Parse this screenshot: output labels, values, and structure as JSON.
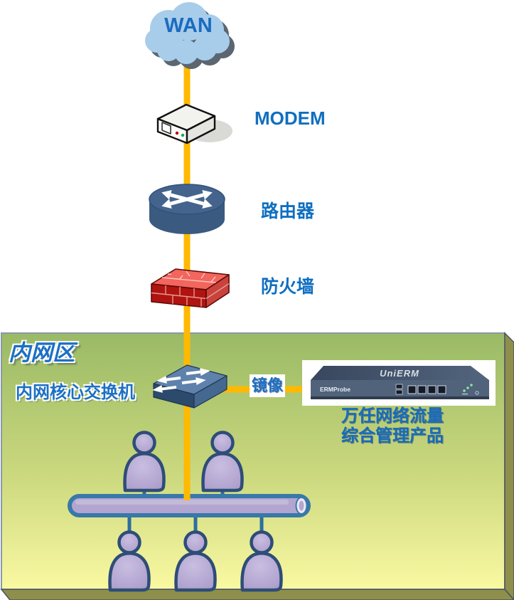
{
  "diagram": {
    "wan_label": "WAN",
    "modem_label": "MODEM",
    "router_label": "路由器",
    "firewall_label": "防火墙",
    "zone_title": "内网区",
    "switch_label": "内网核心交换机",
    "mirror_label": "镜像",
    "appliance": {
      "brand": "UniERM",
      "model": "ERMProbe",
      "caption_line1": "万任网络流量",
      "caption_line2": "综合管理产品"
    },
    "colors": {
      "link_orange": "#FFB902",
      "label_blue": "#0F6FC0",
      "zone_title_blue": "#1C6FC4",
      "zone_gradient_top": "#9ABA66",
      "zone_gradient_bottom": "#FAF9A2",
      "zone_bevel_olive": "#8F8F4C",
      "cloud_fill": "#A8CDEB",
      "cloud_shadow": "#5C6670",
      "router_body": "#3A5A80",
      "firewall_front_red": "#B01410",
      "firewall_top_red": "#F2665E",
      "switch_top": "#5E82AC",
      "switch_front": "#2C4A6B",
      "person_fill": "#B4A7D0",
      "person_outline": "#2E4D78",
      "pipe_outline": "#3879A9"
    }
  }
}
